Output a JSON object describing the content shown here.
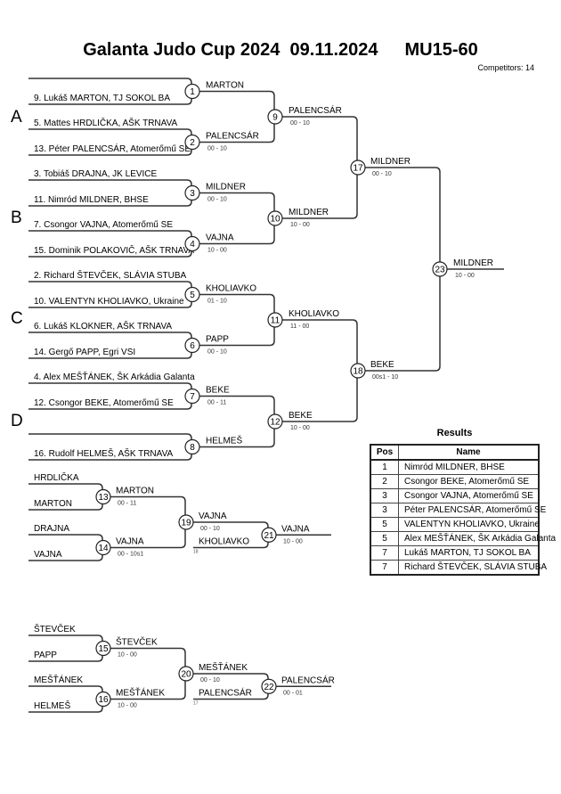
{
  "header": {
    "event": "Galanta Judo Cup 2024",
    "date": "09.11.2024",
    "category": "MU15-60",
    "competitors": "Competitors: 14"
  },
  "pools": [
    {
      "letter": "A"
    },
    {
      "letter": "B"
    },
    {
      "letter": "C"
    },
    {
      "letter": "D"
    }
  ],
  "entries": [
    "",
    "9. Lukáš MARTON, TJ SOKOL BA",
    "5. Mattes HRDLIČKA, AŠK TRNAVA",
    "13. Péter PALENCSÁR, Atomerőmű SE",
    "3. Tobiáš DRAJNA, JK LEVICE",
    "11. Nimród MILDNER, BHSE",
    "7. Csongor VAJNA, Atomerőmű SE",
    "15. Dominik POLAKOVIČ, AŠK TRNAVA",
    "2. Richard ŠTEVČEK, SLÁVIA STUBA",
    "10. VALENTYN KHOLIAVKO, Ukraine",
    "6. Lukáš KLOKNER, AŠK TRNAVA",
    "14. Gergő PAPP, Egri VSI",
    "4. Alex MEŠŤÁNEK, ŠK Arkádia Galanta",
    "12. Csongor BEKE, Atomerőmű SE",
    "",
    "16. Rudolf HELMEŠ, AŠK TRNAVA"
  ],
  "main_matches": [
    {
      "num": "1",
      "winner": "MARTON",
      "score": ""
    },
    {
      "num": "2",
      "winner": "PALENCSÁR",
      "score": "00 - 10"
    },
    {
      "num": "3",
      "winner": "MILDNER",
      "score": "00 - 10"
    },
    {
      "num": "4",
      "winner": "VAJNA",
      "score": "10 - 00"
    },
    {
      "num": "5",
      "winner": "KHOLIAVKO",
      "score": "01 - 10"
    },
    {
      "num": "6",
      "winner": "PAPP",
      "score": "00 - 10"
    },
    {
      "num": "7",
      "winner": "BEKE",
      "score": "00 - 11"
    },
    {
      "num": "8",
      "winner": "HELMEŠ",
      "score": ""
    },
    {
      "num": "9",
      "winner": "PALENCSÁR",
      "score": "00 - 10"
    },
    {
      "num": "10",
      "winner": "MILDNER",
      "score": "10 - 00"
    },
    {
      "num": "11",
      "winner": "KHOLIAVKO",
      "score": "11 - 00"
    },
    {
      "num": "12",
      "winner": "BEKE",
      "score": "10 - 00"
    },
    {
      "num": "17",
      "winner": "MILDNER",
      "score": "00 - 10"
    },
    {
      "num": "18",
      "winner": "BEKE",
      "score": "00s1 - 10"
    },
    {
      "num": "23",
      "winner": "MILDNER",
      "score": "10 - 00"
    }
  ],
  "repechage": [
    {
      "entries": [
        "HRDLIČKA",
        "MARTON",
        "DRAJNA",
        "VAJNA"
      ],
      "matches": [
        {
          "num": "13",
          "winner": "MARTON",
          "score": "00 - 11"
        },
        {
          "num": "14",
          "winner": "VAJNA",
          "score": "00 - 10s1"
        },
        {
          "num": "19",
          "winner": "VAJNA",
          "score": "00 - 10"
        },
        {
          "num": "21",
          "winner": "VAJNA",
          "score": "10 - 00"
        }
      ],
      "crossover": {
        "name": "KHOLIAVKO",
        "from_match": "18"
      }
    },
    {
      "entries": [
        "ŠTEVČEK",
        "PAPP",
        "MEŠŤÁNEK",
        "HELMEŠ"
      ],
      "matches": [
        {
          "num": "15",
          "winner": "ŠTEVČEK",
          "score": "10 - 00"
        },
        {
          "num": "16",
          "winner": "MEŠŤÁNEK",
          "score": "10 - 00"
        },
        {
          "num": "20",
          "winner": "MEŠŤÁNEK",
          "score": "00 - 10"
        },
        {
          "num": "22",
          "winner": "PALENCSÁR",
          "score": "00 - 01"
        }
      ],
      "crossover": {
        "name": "PALENCSÁR",
        "from_match": "17"
      }
    }
  ],
  "results": {
    "title": "Results",
    "headers": {
      "pos": "Pos",
      "name": "Name"
    },
    "rows": [
      {
        "pos": "1",
        "name": "Nimród MILDNER, BHSE"
      },
      {
        "pos": "2",
        "name": "Csongor BEKE, Atomerőmű SE"
      },
      {
        "pos": "3",
        "name": "Csongor VAJNA, Atomerőmű SE"
      },
      {
        "pos": "3",
        "name": "Péter PALENCSÁR, Atomerőmű SE"
      },
      {
        "pos": "5",
        "name": "VALENTYN KHOLIAVKO, Ukraine"
      },
      {
        "pos": "5",
        "name": "Alex MEŠŤÁNEK, ŠK Arkádia Galanta"
      },
      {
        "pos": "7",
        "name": "Lukáš MARTON, TJ SOKOL BA"
      },
      {
        "pos": "7",
        "name": "Richard ŠTEVČEK, SLÁVIA STUBA"
      }
    ]
  }
}
